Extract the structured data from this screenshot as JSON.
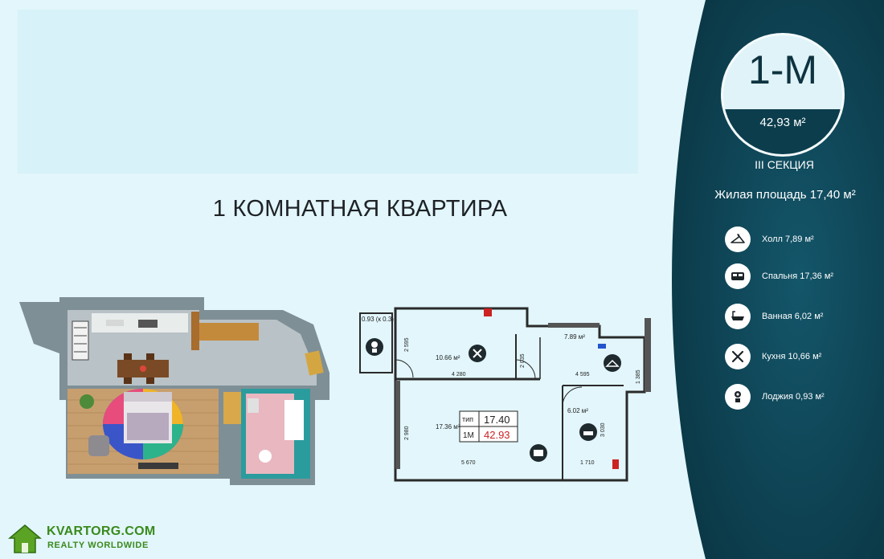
{
  "title": "1 КОМНАТНАЯ КВАРТИРА",
  "badge": {
    "type": "1-М",
    "area": "42,93 м²"
  },
  "section": "III СЕКЦИЯ",
  "living_area": "Жилая площадь 17,40 м²",
  "rooms": [
    {
      "label": "Холл 7,89 м²",
      "icon": "hanger-icon"
    },
    {
      "label": "Спальня 17,36 м²",
      "icon": "bed-icon"
    },
    {
      "label": "Ванная 6,02 м²",
      "icon": "bathtub-icon"
    },
    {
      "label": "Кухня 10,66 м²",
      "icon": "fork-knife-icon"
    },
    {
      "label": "Лоджия 0,93 м²",
      "icon": "flower-icon"
    }
  ],
  "floorplan": {
    "loggia_area": "0.93 (к 0.3)",
    "kitchen_area": "10.66 м²",
    "hall_area": "7.89 м²",
    "bedroom_area": "17.36 м²",
    "bath_area": "6.02 м²",
    "dim_kitchen_height": "2 595",
    "dim_kitchen_width": "4 280",
    "dim_hall_depth": "2 035",
    "dim_hall_width": "4 595",
    "dim_right": "1 385",
    "dim_bedroom_height": "2 980",
    "dim_bedroom_width": "5 670",
    "dim_bath_height": "3 030",
    "dim_bath_width": "1 710",
    "table_type_label": "тип",
    "table_type": "1М",
    "table_living": "17.40",
    "table_total": "42.93"
  },
  "colors": {
    "panel": "#0d4756",
    "background": "#e2f6fb",
    "accent_red": "#cc2222"
  },
  "watermark": {
    "brand": "KVARTORG.COM",
    "tagline": "REALTY WORLDWIDE"
  }
}
